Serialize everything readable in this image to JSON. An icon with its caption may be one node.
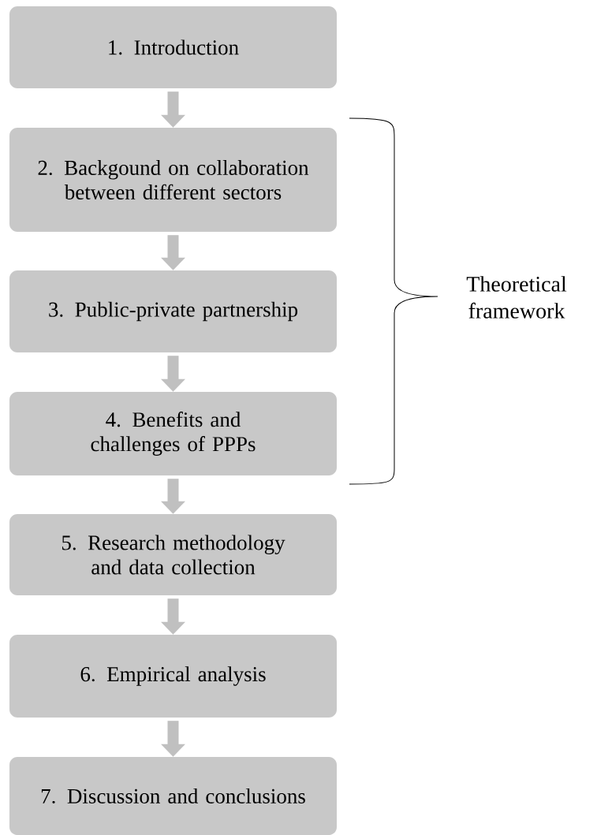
{
  "diagram": {
    "nodes": [
      {
        "text": [
          "1. Introduction"
        ]
      },
      {
        "text": [
          "2. Backgound on collaboration between different sectors"
        ]
      },
      {
        "text": [
          "3. Public-private partnership"
        ]
      },
      {
        "text": [
          "4. Benefits and challenges of PPPs"
        ]
      },
      {
        "text": [
          "5. Research methodology and data collection"
        ]
      },
      {
        "text": [
          "6. Empirical analysis"
        ]
      },
      {
        "text": [
          "7. Discussion and conclusions"
        ]
      }
    ],
    "edges": [
      {
        "from": 0,
        "to": 1,
        "arrow": "to"
      },
      {
        "from": 1,
        "to": 2,
        "arrow": "to"
      },
      {
        "from": 2,
        "to": 3,
        "arrow": "to"
      },
      {
        "from": 3,
        "to": 4,
        "arrow": "to"
      },
      {
        "from": 4,
        "to": 5,
        "arrow": "to"
      },
      {
        "from": 5,
        "to": 6,
        "arrow": "to"
      }
    ],
    "labels": [
      "Theoretical framework"
    ]
  }
}
